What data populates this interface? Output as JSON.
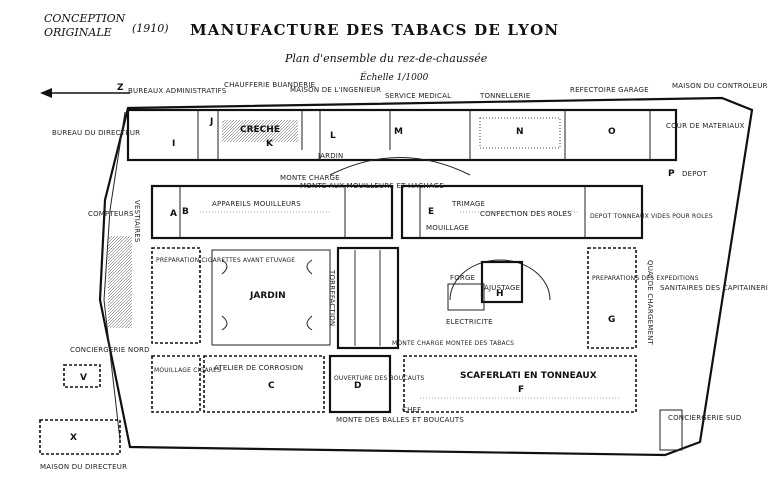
{
  "header": {
    "original": "CONCEPTION ORIGINALE",
    "year": "(1910)",
    "title": "MANUFACTURE DES TABACS DE LYON",
    "subtitle": "Plan d'ensemble du rez-de-chaussée",
    "scale": "Échelle 1/1000"
  },
  "compass": {
    "north": "Z"
  },
  "labels": {
    "bureaux_admin": "BUREAUX ADMINISTRATIFS",
    "chaufferie": "CHAUFFERIE BUANDERIE",
    "maison_ingenieur": "MAISON DE L'INGENIEUR",
    "service_medical": "SERVICE MEDICAL",
    "tonnellerie": "TONNELLERIE",
    "refectoire": "REFECTOIRE GARAGE",
    "maison_controleur": "MAISON DU CONTROLEUR",
    "bureau_directeur": "BUREAU DU DIRECTEUR",
    "creche": "CRECHE",
    "jardin": "JARDIN",
    "monte_charge": "MONTE CHARGE",
    "monte_mouilleurs": "MONTE AUX MOUILLEURS ET HACHAGE",
    "cour_materiaux": "COUR DE MATERIAUX",
    "depot": "DEPOT",
    "compteurs": "COMPTEURS",
    "vestiaires": "VESTIAIRES",
    "appareils_mouilleurs": "APPAREILS MOUILLEURS",
    "trimage": "TRIMAGE",
    "confection_roles": "CONFECTION DES ROLES",
    "mouillage": "MOUILLAGE",
    "depot_tonneaux": "DEPOT TONNEAUX VIDES POUR ROLES",
    "preparation_cigarettes": "PREPARATION CIGARETTES AVANT ETUVAGE",
    "jardin_centre": "JARDIN",
    "torrefaction": "TORREFACTION",
    "ajustage": "AJUSTAGE",
    "forge": "FORGE",
    "electricite": "ELECTRICITE",
    "preparation_expeditions": "PREPARATIONS DES EXPEDITIONS",
    "quai_chargement": "QUAI DE CHARGEMENT",
    "sanitaires": "SANITAIRES DES CAPITAINERIES",
    "conciergerie_nord": "CONCIERGERIE NORD",
    "mouillage_cigares": "MOUILLAGE CIGARES",
    "atelier_corrosion": "ATELIER DE CORROSION",
    "ouverture_boucauts": "OUVERTURE DES BOUCAUTS",
    "monte_charge_tabacs": "MONTE CHARGE MONTEE DES TABACS",
    "scaferlati": "SCAFERLATI EN TONNEAUX",
    "chef": "CHEF",
    "monte_balles": "MONTE DES BALLES ET BOUCAUTS",
    "conciergerie_sud": "CONCIERGERIE SUD",
    "maison_directeur": "MAISON DU DIRECTEUR"
  },
  "letters": [
    "A",
    "B",
    "C",
    "D",
    "E",
    "F",
    "G",
    "H",
    "I",
    "J",
    "K",
    "L",
    "M",
    "N",
    "O",
    "P",
    "V",
    "X"
  ]
}
